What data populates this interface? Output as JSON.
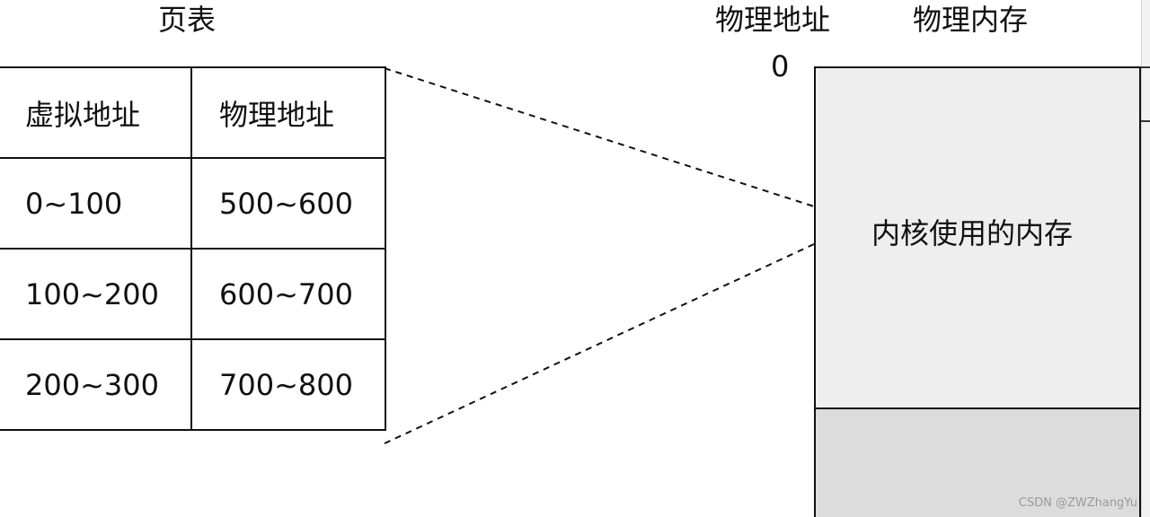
{
  "titles": {
    "page_table": "页表",
    "physical_address": "物理地址",
    "physical_memory": "物理内存"
  },
  "address_zero": "0",
  "page_table": {
    "headers": [
      "虚拟地址",
      "物理地址"
    ],
    "rows": [
      [
        "0~100",
        "500~600"
      ],
      [
        "100~200",
        "600~700"
      ],
      [
        "200~300",
        "700~800"
      ]
    ]
  },
  "memory": {
    "kernel_label": "内核使用的内存"
  },
  "watermark": "CSDN @ZWZhangYu"
}
